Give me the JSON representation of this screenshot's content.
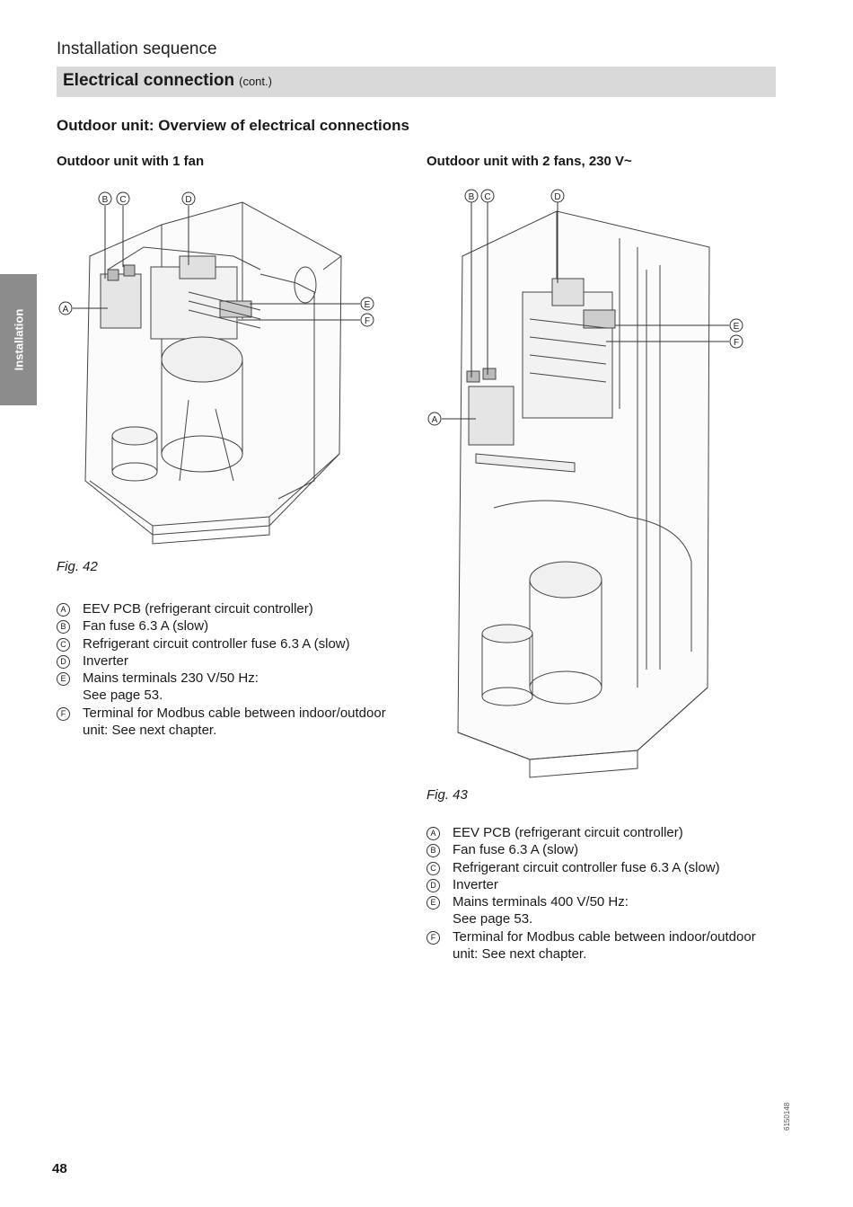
{
  "header": {
    "section": "Installation sequence",
    "title": "Electrical connection",
    "title_suffix": "(cont.)"
  },
  "subtitle": "Outdoor unit: Overview of electrical connections",
  "side_tab": "Installation",
  "figures": [
    {
      "heading": "Outdoor unit with 1 fan",
      "caption": "Fig. 42",
      "callouts": [
        "A",
        "B",
        "C",
        "D",
        "E",
        "F"
      ],
      "legend": [
        {
          "letter": "A",
          "text": "EEV PCB (refrigerant circuit controller)"
        },
        {
          "letter": "B",
          "text": "Fan fuse 6.3 A (slow)"
        },
        {
          "letter": "C",
          "text": "Refrigerant circuit controller fuse 6.3 A (slow)"
        },
        {
          "letter": "D",
          "text": "Inverter"
        },
        {
          "letter": "E",
          "text": "Mains terminals 230 V/50 Hz:\nSee page 53."
        },
        {
          "letter": "F",
          "text": "Terminal for Modbus cable between indoor/outdoor unit: See next chapter."
        }
      ]
    },
    {
      "heading": "Outdoor unit with 2 fans, 230 V~",
      "caption": "Fig. 43",
      "callouts": [
        "A",
        "B",
        "C",
        "D",
        "E",
        "F"
      ],
      "legend": [
        {
          "letter": "A",
          "text": "EEV PCB (refrigerant circuit controller)"
        },
        {
          "letter": "B",
          "text": "Fan fuse 6.3 A (slow)"
        },
        {
          "letter": "C",
          "text": "Refrigerant circuit controller fuse 6.3 A (slow)"
        },
        {
          "letter": "D",
          "text": "Inverter"
        },
        {
          "letter": "E",
          "text": "Mains terminals 400 V/50 Hz:\nSee page 53."
        },
        {
          "letter": "F",
          "text": "Terminal for Modbus cable between indoor/outdoor unit: See next chapter."
        }
      ]
    }
  ],
  "page_number": "48",
  "doc_number": "6150148",
  "colors": {
    "header_bar": "#d9d9d9",
    "side_tab": "#8c8c8c"
  }
}
